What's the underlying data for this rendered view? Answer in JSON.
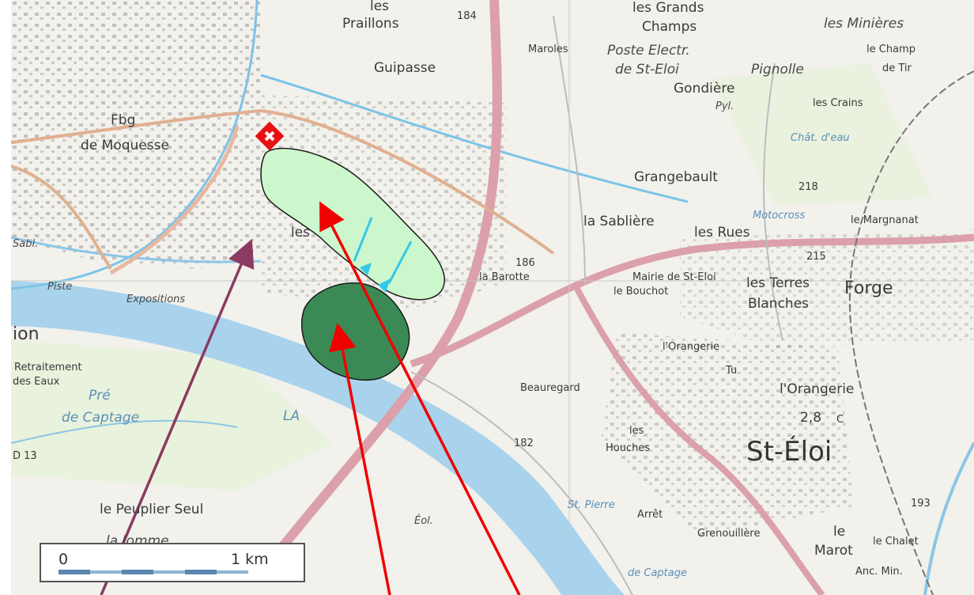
{
  "places": [
    {
      "id": "praillons",
      "text": "Praillons",
      "cls": ""
    },
    {
      "id": "les-top",
      "text": "les",
      "cls": ""
    },
    {
      "id": "les-grands-champs-1",
      "text": "les Grands",
      "cls": ""
    },
    {
      "id": "les-grands-champs-2",
      "text": "Champs",
      "cls": ""
    },
    {
      "id": "road-184",
      "text": "184",
      "cls": "small"
    },
    {
      "id": "guipasse",
      "text": "Guipasse",
      "cls": ""
    },
    {
      "id": "maroles",
      "text": "Maroles",
      "cls": "small"
    },
    {
      "id": "poste-elec",
      "text": "Poste Electr.",
      "cls": "italic"
    },
    {
      "id": "de-st-eloi",
      "text": "de St-Eloi",
      "cls": "italic"
    },
    {
      "id": "les-minieres",
      "text": "les Minières",
      "cls": "italic"
    },
    {
      "id": "le-champ-de-tir-1",
      "text": "le Champ",
      "cls": "small"
    },
    {
      "id": "le-champ-de-tir-2",
      "text": "de Tir",
      "cls": "small"
    },
    {
      "id": "pignolle",
      "text": "Pignolle",
      "cls": "italic"
    },
    {
      "id": "gondiere",
      "text": "Gondière",
      "cls": ""
    },
    {
      "id": "pyl",
      "text": "Pyl.",
      "cls": "small italic"
    },
    {
      "id": "les-crains",
      "text": "les Crains",
      "cls": "small"
    },
    {
      "id": "chat-deau",
      "text": "Chât. d'eau",
      "cls": "small water"
    },
    {
      "id": "fbg",
      "text": "Fbg",
      "cls": ""
    },
    {
      "id": "de-moquesse",
      "text": "de Moquesse",
      "cls": ""
    },
    {
      "id": "grangebault",
      "text": "Grangebault",
      "cls": ""
    },
    {
      "id": "road-218",
      "text": "218",
      "cls": "small"
    },
    {
      "id": "la-sabliere",
      "text": "la Sablière",
      "cls": ""
    },
    {
      "id": "les-rues",
      "text": "les Rues",
      "cls": ""
    },
    {
      "id": "motocross",
      "text": "Motocross",
      "cls": "small water"
    },
    {
      "id": "le-margnanat",
      "text": "le Margnanat",
      "cls": "small"
    },
    {
      "id": "road-215",
      "text": "215",
      "cls": "small"
    },
    {
      "id": "les-mid",
      "text": "les",
      "cls": ""
    },
    {
      "id": "road-186",
      "text": "186",
      "cls": "small"
    },
    {
      "id": "la-barotte",
      "text": "la Barotte",
      "cls": "small"
    },
    {
      "id": "sabl",
      "text": "Sabl.",
      "cls": "small italic"
    },
    {
      "id": "piste",
      "text": "Piste",
      "cls": "small italic"
    },
    {
      "id": "expositions",
      "text": "Expositions",
      "cls": "small italic"
    },
    {
      "id": "mairie",
      "text": "Mairie de St-Eloi",
      "cls": "small"
    },
    {
      "id": "le-bouchot",
      "text": "le Bouchot",
      "cls": "small"
    },
    {
      "id": "les-terres",
      "text": "les Terres",
      "cls": ""
    },
    {
      "id": "blanches",
      "text": "Blanches",
      "cls": ""
    },
    {
      "id": "forge",
      "text": "Forge",
      "cls": "medium"
    },
    {
      "id": "ion",
      "text": "ion",
      "cls": "medium"
    },
    {
      "id": "retraitement",
      "text": "Retraitement",
      "cls": "small"
    },
    {
      "id": "des-eaux",
      "text": "des Eaux",
      "cls": "small"
    },
    {
      "id": "pre",
      "text": "Pré",
      "cls": "water"
    },
    {
      "id": "de-captage-left",
      "text": "de Captage",
      "cls": "water"
    },
    {
      "id": "la-loire",
      "text": "LA",
      "cls": "water"
    },
    {
      "id": "lorangerie-small",
      "text": "l'Orangerie",
      "cls": "small"
    },
    {
      "id": "tu",
      "text": "Tu",
      "cls": "small"
    },
    {
      "id": "beauregard",
      "text": "Beauregard",
      "cls": "small"
    },
    {
      "id": "lorangerie",
      "text": "l'Orangerie",
      "cls": ""
    },
    {
      "id": "les-houches-1",
      "text": "les",
      "cls": "small"
    },
    {
      "id": "les-houches-2",
      "text": "Houches",
      "cls": "small"
    },
    {
      "id": "road-182",
      "text": "182",
      "cls": "small"
    },
    {
      "id": "st-eloi",
      "text": "St-Éloi",
      "cls": "big"
    },
    {
      "id": "road-d13",
      "text": "D 13",
      "cls": "small"
    },
    {
      "id": "le-peuplier-seul",
      "text": "le Peuplier Seul",
      "cls": ""
    },
    {
      "id": "la-jomme",
      "text": "la Jomme",
      "cls": "italic"
    },
    {
      "id": "eol",
      "text": "Éol.",
      "cls": "small italic"
    },
    {
      "id": "st-pierre",
      "text": "St. Pierre",
      "cls": "small water"
    },
    {
      "id": "arret",
      "text": "Arrêt",
      "cls": "small"
    },
    {
      "id": "grenouillere",
      "text": "Grenouillère",
      "cls": "small"
    },
    {
      "id": "le-marot-1",
      "text": "le",
      "cls": ""
    },
    {
      "id": "le-marot-2",
      "text": "Marot",
      "cls": ""
    },
    {
      "id": "le-chalet",
      "text": "le Chalet",
      "cls": "small"
    },
    {
      "id": "anc-min",
      "text": "Anc. Min.",
      "cls": "small"
    },
    {
      "id": "de-captage-right",
      "text": "de Captage",
      "cls": "small water"
    },
    {
      "id": "road-193",
      "text": "193",
      "cls": "small"
    },
    {
      "id": "road-28",
      "text": "2,8",
      "cls": ""
    },
    {
      "id": "cimetiere-c",
      "text": "C",
      "cls": "small"
    }
  ],
  "scale_bar": {
    "zero": "0",
    "label": "1 km"
  },
  "colors": {
    "river": "#a9d3ec",
    "road_major": "#dba0aa",
    "road_secondary": "#e8b8a0",
    "zone_light": "#ccf7cc",
    "zone_dark": "#3b8a55",
    "arrow_red": "#f00000",
    "arrow_purple": "#8b3a62",
    "marker": "#e81010"
  },
  "markers": [
    {
      "name": "site-marker-icon",
      "symbol": "cross-marker"
    }
  ]
}
